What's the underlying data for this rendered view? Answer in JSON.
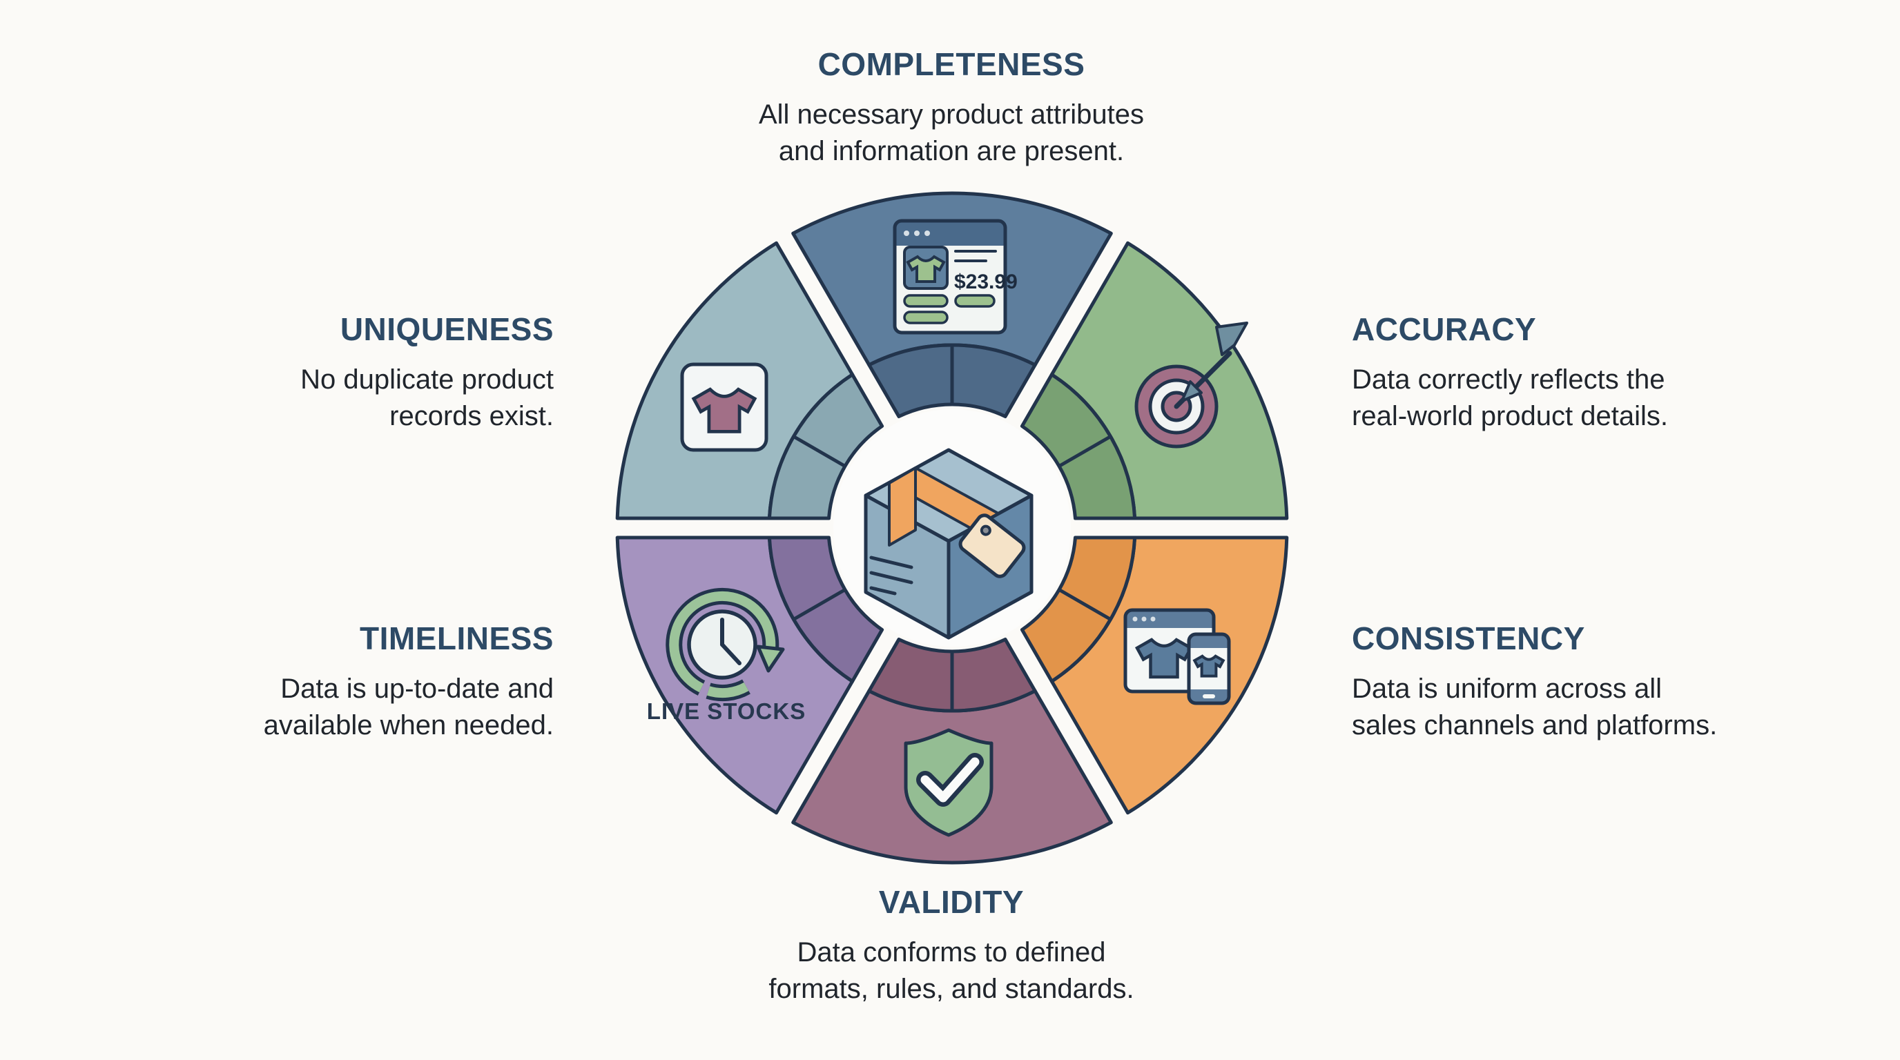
{
  "canvas": {
    "background": "#fbfaf7"
  },
  "wheel": {
    "outline_color": "#22344c",
    "hole_color": "#fcfcfb",
    "center_icon": "package-box-with-price-tag",
    "segments": [
      {
        "id": "completeness",
        "label": "COMPLETENESS",
        "desc_lines": [
          "All necessary product attributes",
          "and information are present."
        ],
        "color": "#5e7e9d",
        "band_color": "#4e6a88",
        "icon": "product-page-browser",
        "angle_start": -30,
        "angle_end": 30
      },
      {
        "id": "accuracy",
        "label": "ACCURACY",
        "desc_lines": [
          "Data correctly reflects the",
          "real-world product details."
        ],
        "color": "#92ba8b",
        "band_color": "#79a173",
        "icon": "target-with-arrow",
        "angle_start": 30,
        "angle_end": 90
      },
      {
        "id": "consistency",
        "label": "CONSISTENCY",
        "desc_lines": [
          "Data is uniform across all",
          "sales channels and platforms."
        ],
        "color": "#f0a65f",
        "band_color": "#e2944a",
        "icon": "multi-device-product",
        "angle_start": 90,
        "angle_end": 150
      },
      {
        "id": "validity",
        "label": "VALIDITY",
        "desc_lines": [
          "Data conforms to defined",
          "formats, rules, and standards."
        ],
        "color": "#9e7289",
        "band_color": "#875c73",
        "icon": "shield-check",
        "angle_start": 150,
        "angle_end": 210
      },
      {
        "id": "timeliness",
        "label": "TIMELINESS",
        "desc_lines": [
          "Data is up-to-date and",
          "available when needed."
        ],
        "color": "#a593bf",
        "band_color": "#83719e",
        "icon": "clock-refresh",
        "angle_start": 210,
        "angle_end": 270
      },
      {
        "id": "uniqueness",
        "label": "UNIQUENESS",
        "desc_lines": [
          "No duplicate product",
          "records exist."
        ],
        "color": "#9dbac2",
        "band_color": "#8aa8b2",
        "icon": "tshirt-card",
        "angle_start": 270,
        "angle_end": 330
      }
    ],
    "icon_text": {
      "price_text": "$23.99",
      "live_stocks_caption": "LIVE STOCKS"
    },
    "icon_colors": {
      "slate_ui": "#4a6a8b",
      "slate_tshirt": "#5a7c9c",
      "green_accent": "#9dc18e",
      "mauve": "#a26f87",
      "teal_fletching": "#6f8fa0",
      "orange_tape": "#f0a55f",
      "cream_tag": "#f5e3c8",
      "shield_green": "#94bd93"
    }
  }
}
